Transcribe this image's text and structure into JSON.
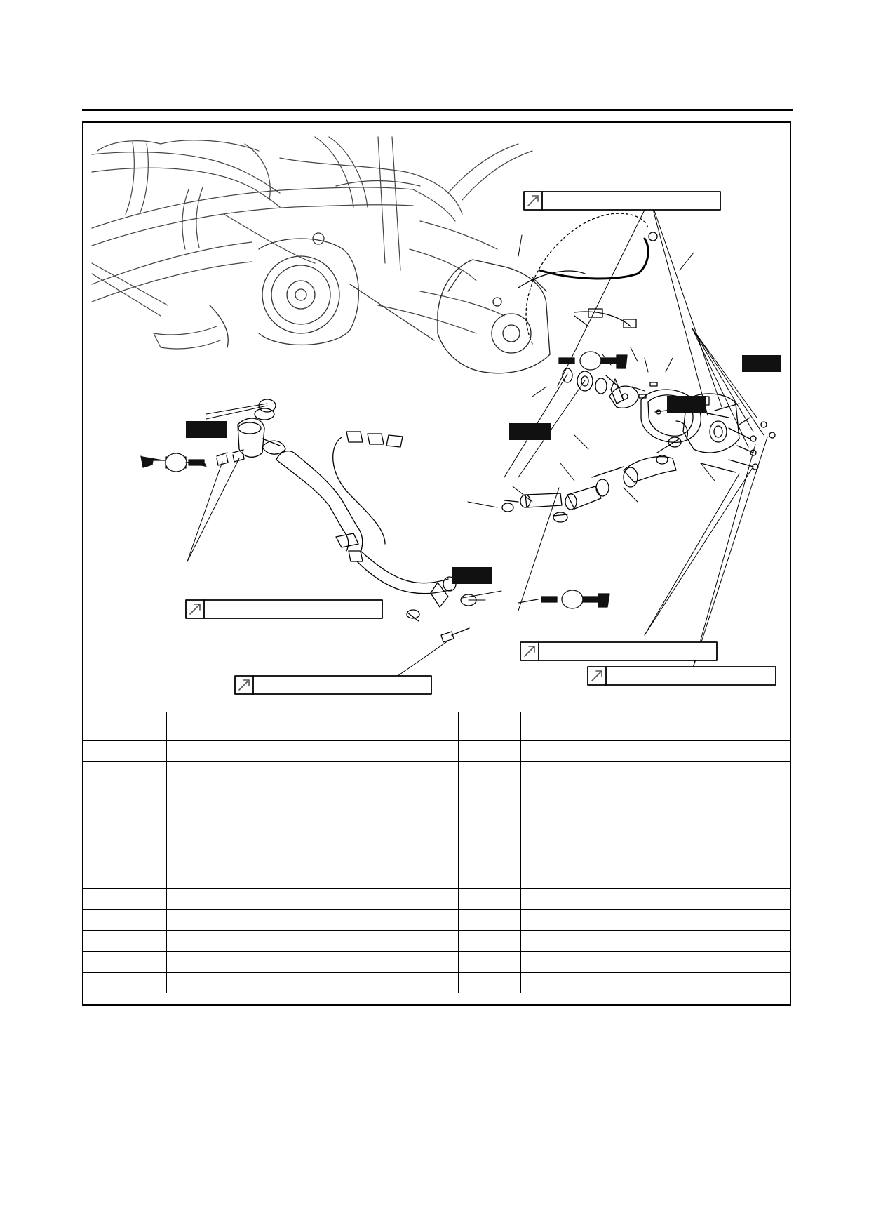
{
  "document": {
    "figure": {
      "torque_callout_count": 5,
      "black_label_count": 5,
      "grease_icon_count": 3
    },
    "parts_table": {
      "header": [
        "",
        "",
        "",
        ""
      ],
      "rows": [
        [
          "",
          "",
          "",
          ""
        ],
        [
          "",
          "",
          "",
          ""
        ],
        [
          "",
          "",
          "",
          ""
        ],
        [
          "",
          "",
          "",
          ""
        ],
        [
          "",
          "",
          "",
          ""
        ],
        [
          "",
          "",
          "",
          ""
        ],
        [
          "",
          "",
          "",
          ""
        ],
        [
          "",
          "",
          "",
          ""
        ],
        [
          "",
          "",
          "",
          ""
        ],
        [
          "",
          "",
          "",
          ""
        ],
        [
          "",
          "",
          "",
          ""
        ],
        [
          "",
          "",
          "",
          ""
        ]
      ]
    }
  }
}
